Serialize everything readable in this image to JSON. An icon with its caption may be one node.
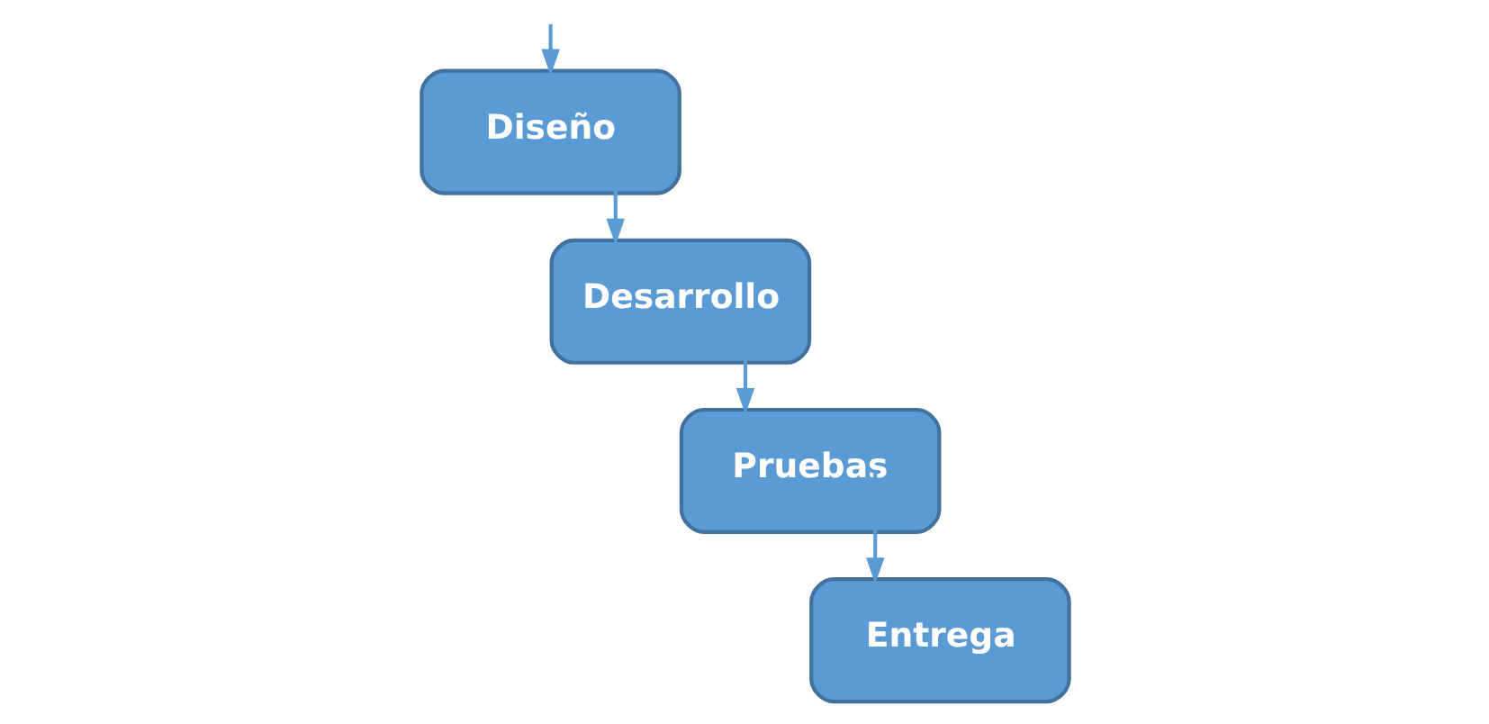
{
  "diagram": {
    "nodes": [
      {
        "text": [
          "Diseño"
        ]
      },
      {
        "text": [
          "Desarrollo"
        ]
      },
      {
        "text": [
          "Pruebas"
        ]
      },
      {
        "text": [
          "Entrega"
        ]
      }
    ],
    "edges": [
      {
        "from": null,
        "to": 0,
        "arrow": "to"
      },
      {
        "from": 0,
        "to": 1,
        "arrow": "to"
      },
      {
        "from": 1,
        "to": 2,
        "arrow": "to"
      },
      {
        "from": 2,
        "to": 3,
        "arrow": "to"
      }
    ]
  }
}
